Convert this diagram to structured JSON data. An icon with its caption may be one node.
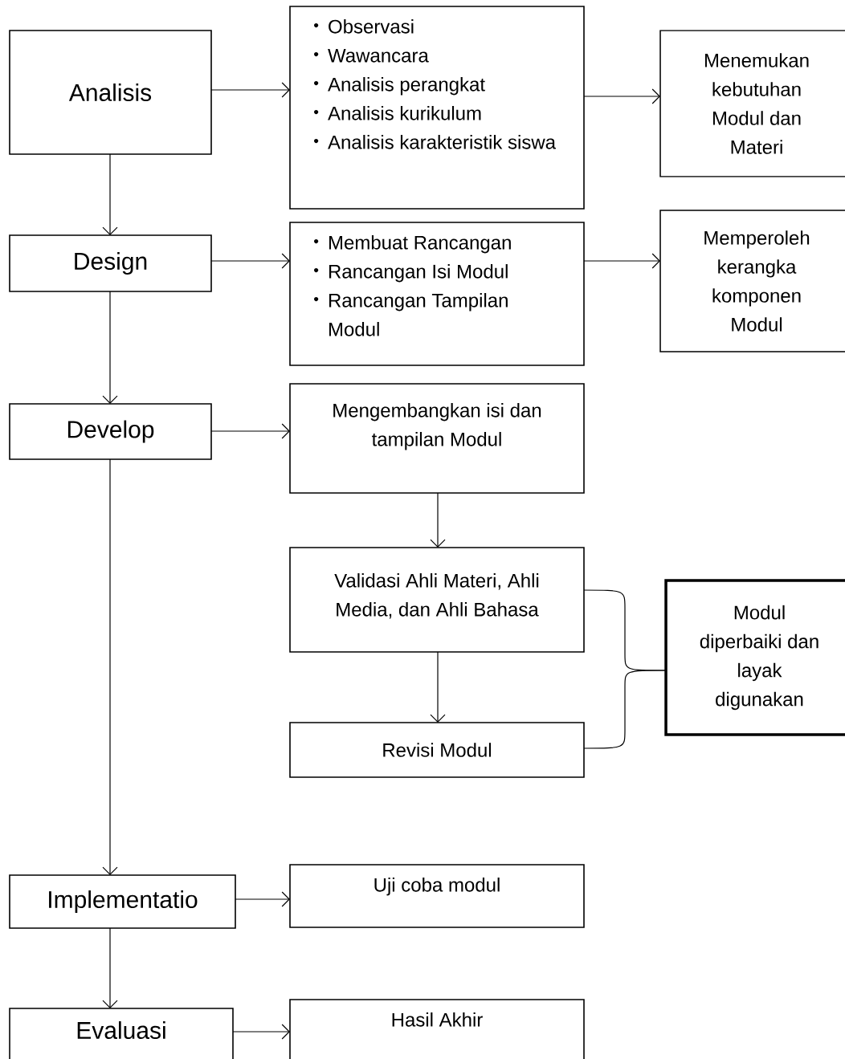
{
  "diagram": {
    "nodes": [
      {
        "text": [
          "Analisis"
        ]
      },
      {
        "text": [
          "Observasi",
          "Wawancara",
          "Analisis perangkat",
          "Analisis kurikulum",
          "Analisis karakteristik siswa"
        ]
      },
      {
        "text": [
          "Menemukan kebutuhan Modul dan Materi"
        ]
      },
      {
        "text": [
          "Design"
        ]
      },
      {
        "text": [
          "Membuat Rancangan",
          "Rancangan Isi Modul",
          "Rancangan Tampilan Modul"
        ]
      },
      {
        "text": [
          "Memperoleh kerangka komponen Modul"
        ]
      },
      {
        "text": [
          "Develop"
        ]
      },
      {
        "text": [
          "Mengembangkan isi dan tampilan Modul"
        ]
      },
      {
        "text": [
          "Validasi Ahli Materi, Ahli Media, dan Ahli Bahasa"
        ]
      },
      {
        "text": [
          "Revisi Modul"
        ]
      },
      {
        "text": [
          "Modul diperbaiki dan layak digunakan"
        ]
      },
      {
        "text": [
          "Implementatio"
        ]
      },
      {
        "text": [
          "Uji coba modul"
        ]
      },
      {
        "text": [
          "Evaluasi"
        ]
      },
      {
        "text": [
          "Hasil Akhir"
        ]
      }
    ],
    "edges": [
      {
        "from": 0,
        "to": 1,
        "arrow": "to"
      },
      {
        "from": 1,
        "to": 2,
        "arrow": "to"
      },
      {
        "from": 0,
        "to": 3,
        "arrow": "to"
      },
      {
        "from": 3,
        "to": 4,
        "arrow": "to"
      },
      {
        "from": 4,
        "to": 5,
        "arrow": "to"
      },
      {
        "from": 3,
        "to": 6,
        "arrow": "to"
      },
      {
        "from": 6,
        "to": 7,
        "arrow": "to"
      },
      {
        "from": 7,
        "to": 8,
        "arrow": "to"
      },
      {
        "from": 8,
        "to": 9,
        "arrow": "to"
      },
      {
        "from": 8,
        "to": 10,
        "arrow": "none"
      },
      {
        "from": 9,
        "to": 10,
        "arrow": "none"
      },
      {
        "from": 6,
        "to": 11,
        "arrow": "to"
      },
      {
        "from": 11,
        "to": 12,
        "arrow": "to"
      },
      {
        "from": 11,
        "to": 13,
        "arrow": "to"
      },
      {
        "from": 13,
        "to": 14,
        "arrow": "to"
      }
    ]
  }
}
